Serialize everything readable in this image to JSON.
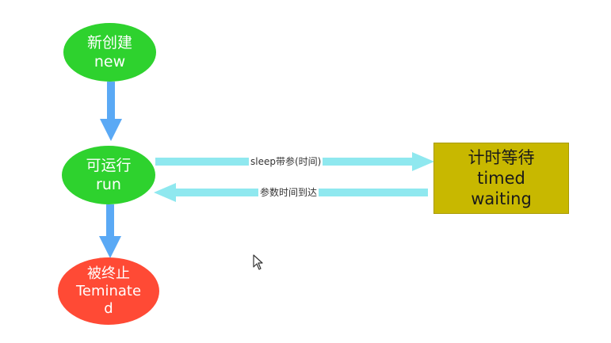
{
  "nodes": {
    "new": {
      "line1": "新创建",
      "line2": "new"
    },
    "run": {
      "line1": "可运行",
      "line2": "run"
    },
    "terminated": {
      "line1": "被终止",
      "line2": "Teminate",
      "line3": "d"
    },
    "timed_waiting": {
      "line1": "计时等待",
      "line2": "timed",
      "line3": "waiting"
    }
  },
  "edges": {
    "sleep_label": "sleep带参(时间)",
    "return_label": "参数时间到达"
  },
  "colors": {
    "new": "#2ed22e",
    "run": "#2ed22e",
    "terminated": "#ff4a35",
    "timed_waiting": "#c8b800",
    "vertical_arrow": "#5aa9f5",
    "horizontal_arrow": "#8fe8ef"
  }
}
